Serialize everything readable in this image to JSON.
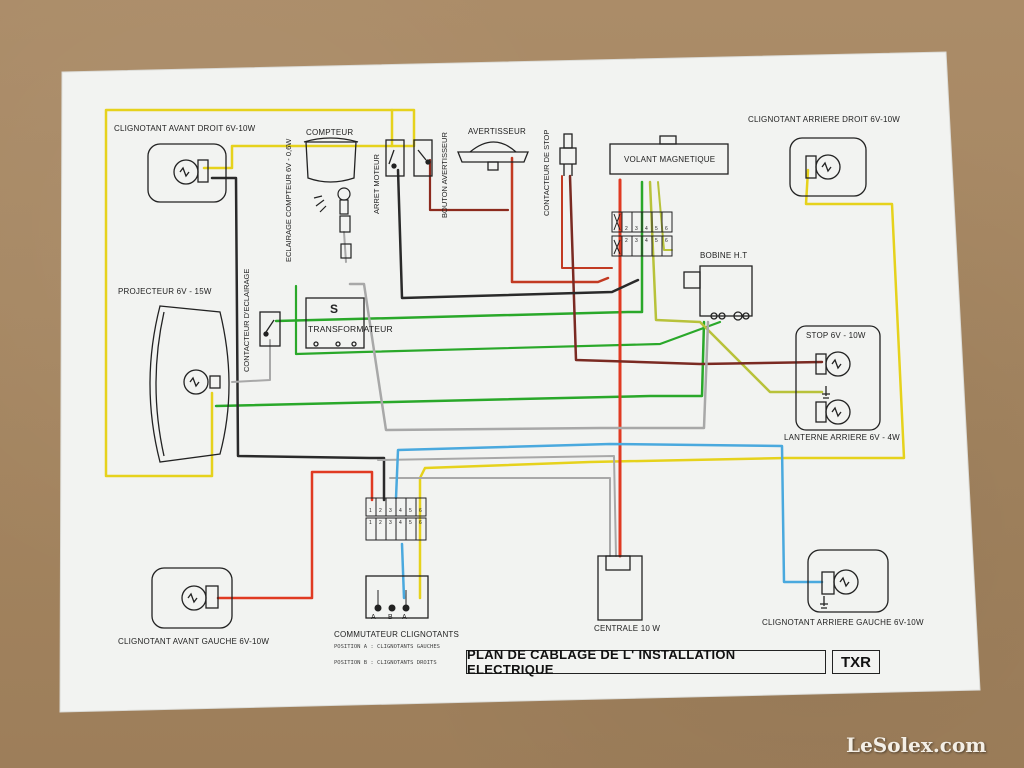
{
  "title": "PLAN DE CABLAGE DE L' INSTALLATION ELECTRIQUE",
  "model": "TXR",
  "watermark": "LeSolex.com",
  "components": {
    "clignotant_avant_droit": "CLIGNOTANT AVANT DROIT  6V-10W",
    "compteur": "COMPTEUR",
    "eclairage_compteur": "ECLAIRAGE COMPTEUR 6V - 0,6W",
    "arret_moteur": "ARRET MOTEUR",
    "bouton_avertisseur": "BOUTON AVERTISSEUR",
    "avertisseur": "AVERTISSEUR",
    "contacteur_stop": "CONTACTEUR DE STOP",
    "volant_magnetique": "VOLANT MAGNETIQUE",
    "clignotant_arriere_droit": "CLIGNOTANT ARRIERE DROIT  6V-10W",
    "projecteur": "PROJECTEUR  6V - 15W",
    "contacteur_eclairage": "CONTACTEUR D'ECLAIRAGE",
    "transformateur": "TRANSFORMATEUR",
    "transformateur_symbol": "S",
    "bobine": "BOBINE H.T",
    "stop": "STOP 6V - 10W",
    "lanterne_arriere": "LANTERNE ARRIERE  6V - 4W",
    "clignotant_avant_gauche": "CLIGNOTANT AVANT GAUCHE  6V-10W",
    "commutateur": "COMMUTATEUR CLIGNOTANTS",
    "position_a": "POSITION A : CLIGNOTANTS GAUCHES",
    "position_b": "POSITION B : CLIGNOTANTS DROITS",
    "centrale": "CENTRALE 10 W",
    "clignotant_arriere_gauche": "CLIGNOTANT ARRIERE GAUCHE  6V-10W",
    "switch_positions": [
      "A",
      "B",
      "A"
    ]
  },
  "terminal_numbers": [
    "1",
    "2",
    "3",
    "4",
    "5",
    "6"
  ],
  "wire_colors": {
    "yellow": "#e6d21c",
    "green": "#2aa82a",
    "red": "#e03a22",
    "darkred": "#8c2a1e",
    "blue": "#4aa9de",
    "grey": "#a8a8a8",
    "black": "#2a2a2a",
    "yellowgreen": "#b8c23a"
  }
}
